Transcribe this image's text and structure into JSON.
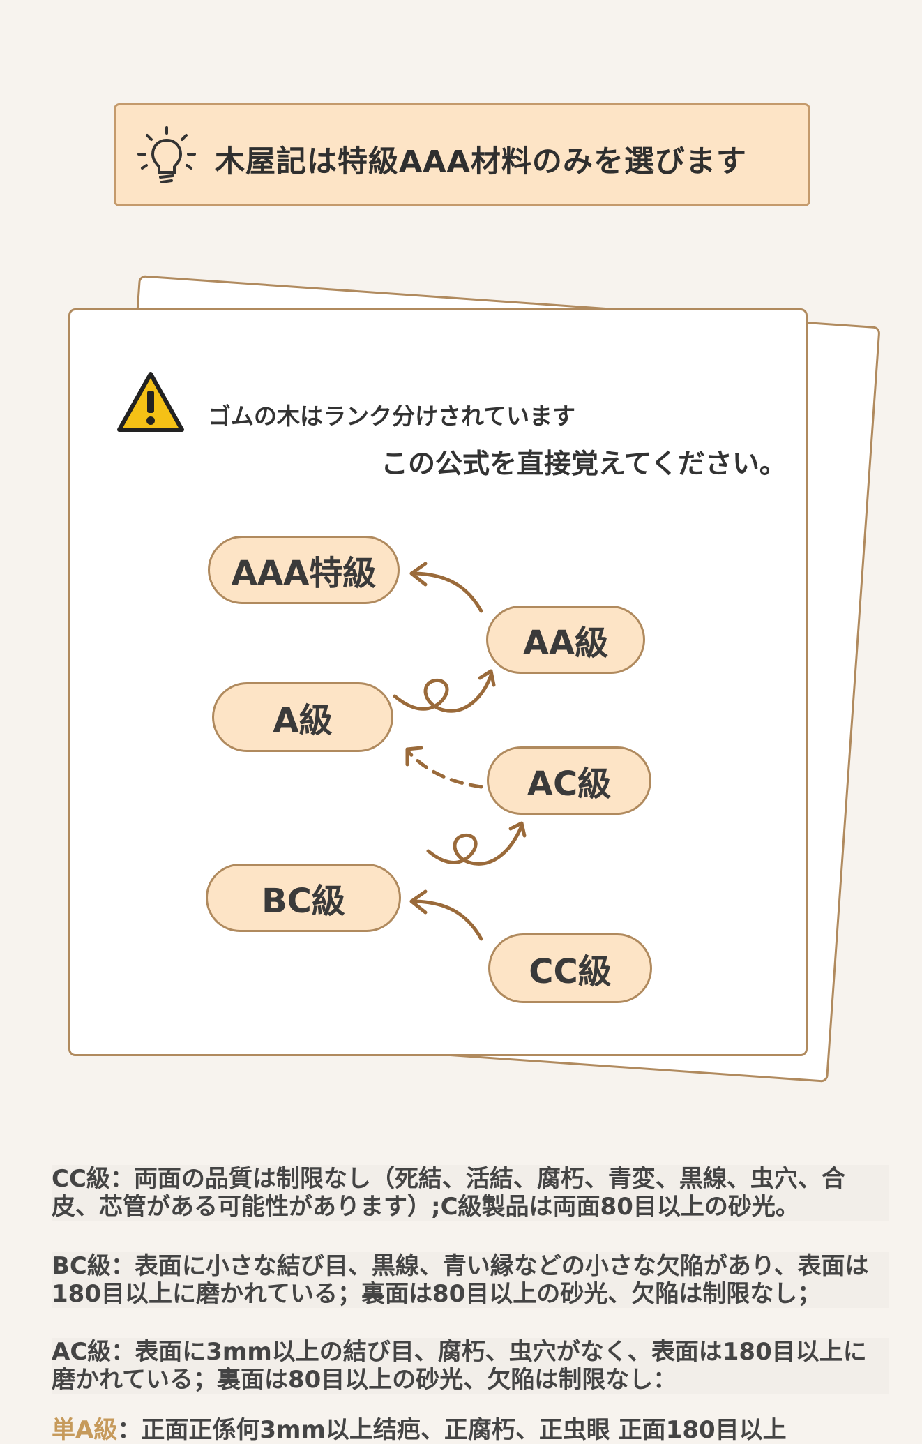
{
  "banner": {
    "title": "木屋記は特級AAA材料のみを選びます",
    "icon": "lightbulb-icon"
  },
  "card": {
    "warning_icon": "warning-icon",
    "line1": "ゴムの木はランク分けされています",
    "line2": "この公式を直接覚えてください。"
  },
  "grades": {
    "aaa": "AAA特級",
    "aa": "AA級",
    "a": "A級",
    "ac": "AC級",
    "bc": "BC級",
    "cc": "CC級"
  },
  "descriptions": {
    "cc": "CC級：両面の品質は制限なし（死結、活結、腐朽、青変、黒線、虫穴、合皮、芯管がある可能性があります）;C級製品は両面80目以上の砂光。",
    "bc": "BC級：表面に小さな結び目、黒線、青い縁などの小さな欠陥があり、表面は180目以上に磨かれている；裏面は80目以上の砂光、欠陥は制限なし；",
    "ac": "AC級：表面に3mm以上の結び目、腐朽、虫穴がなく、表面は180目以上に磨かれている；裏面は80目以上の砂光、欠陥は制限なし：",
    "a_partial_tag": "単A級",
    "a_partial": "：正面正係何3mm以上结疤、正腐朽、正虫眼 正面180目以上"
  },
  "colors": {
    "background": "#f7f3ee",
    "pill_fill": "#fde4c6",
    "border": "#b08a5e",
    "arrow": "#9a6a3a",
    "accent_text": "#c69a5b"
  }
}
